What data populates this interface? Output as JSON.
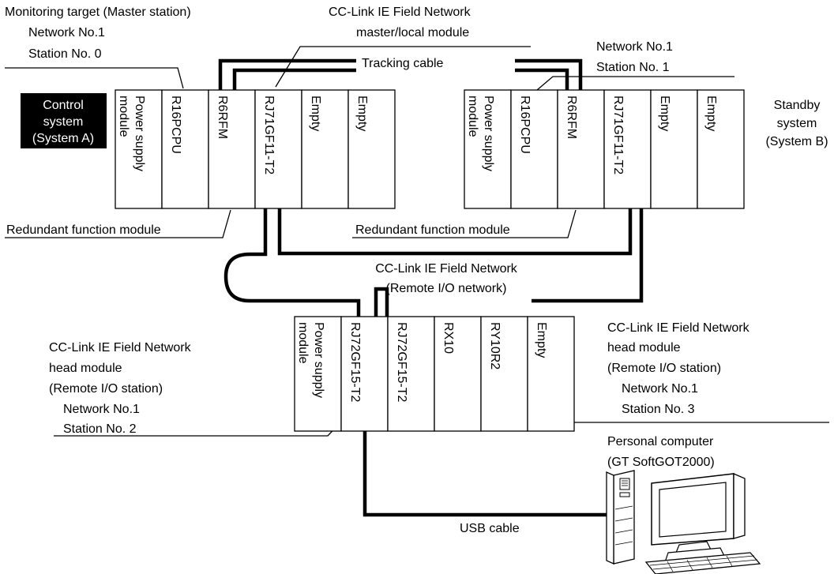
{
  "labels": {
    "monitoring_target": "Monitoring target (Master station)",
    "mt_network": "Network No.1",
    "mt_station": "Station No. 0",
    "ccie_module_line1": "CC-Link IE Field Network",
    "ccie_module_line2": "master/local module",
    "tracking_cable": "Tracking cable",
    "b_network": "Network No.1",
    "b_station": "Station No. 1",
    "control_system_line1": "Control",
    "control_system_line2": "system",
    "control_system_line3": "(System A)",
    "standby_line1": "Standby",
    "standby_line2": "system",
    "standby_line3": "(System B)",
    "redundant_a": "Redundant function module",
    "redundant_b": "Redundant function module",
    "network_line1": "CC-Link IE Field Network",
    "network_line2": "(Remote I/O network)",
    "left_head_line1": "CC-Link IE Field Network",
    "left_head_line2": "head module",
    "left_head_line3": "(Remote I/O station)",
    "left_head_network": "Network No.1",
    "left_head_station": "Station No. 2",
    "right_head_line1": "CC-Link IE Field Network",
    "right_head_line2": "head module",
    "right_head_line3": "(Remote I/O station)",
    "right_head_network": "Network No.1",
    "right_head_station": "Station No. 3",
    "pc_line1": "Personal computer",
    "pc_line2": "(GT SoftGOT2000)",
    "usb_cable": "USB cable"
  },
  "rack_a": {
    "power_line1": "Power supply",
    "power_line2": "module",
    "slots": [
      "R16PCPU",
      "R6RFM",
      "RJ71GF11-T2",
      "Empty",
      "Empty"
    ]
  },
  "rack_b": {
    "power_line1": "Power supply",
    "power_line2": "module",
    "slots": [
      "R16PCPU",
      "R6RFM",
      "RJ71GF11-T2",
      "Empty",
      "Empty"
    ]
  },
  "rack_io": {
    "power_line1": "Power supply",
    "power_line2": "module",
    "slots": [
      "RJ72GF15-T2",
      "RJ72GF15-T2",
      "RX10",
      "RY10R2",
      "Empty"
    ]
  }
}
